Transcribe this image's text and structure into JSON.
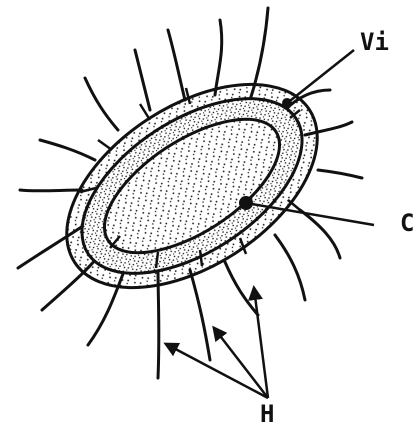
{
  "diagram": {
    "labels": {
      "vi": "Vi",
      "c": "C",
      "h": "H"
    },
    "colors": {
      "ink": "#111111",
      "paper": "#ffffff"
    }
  }
}
